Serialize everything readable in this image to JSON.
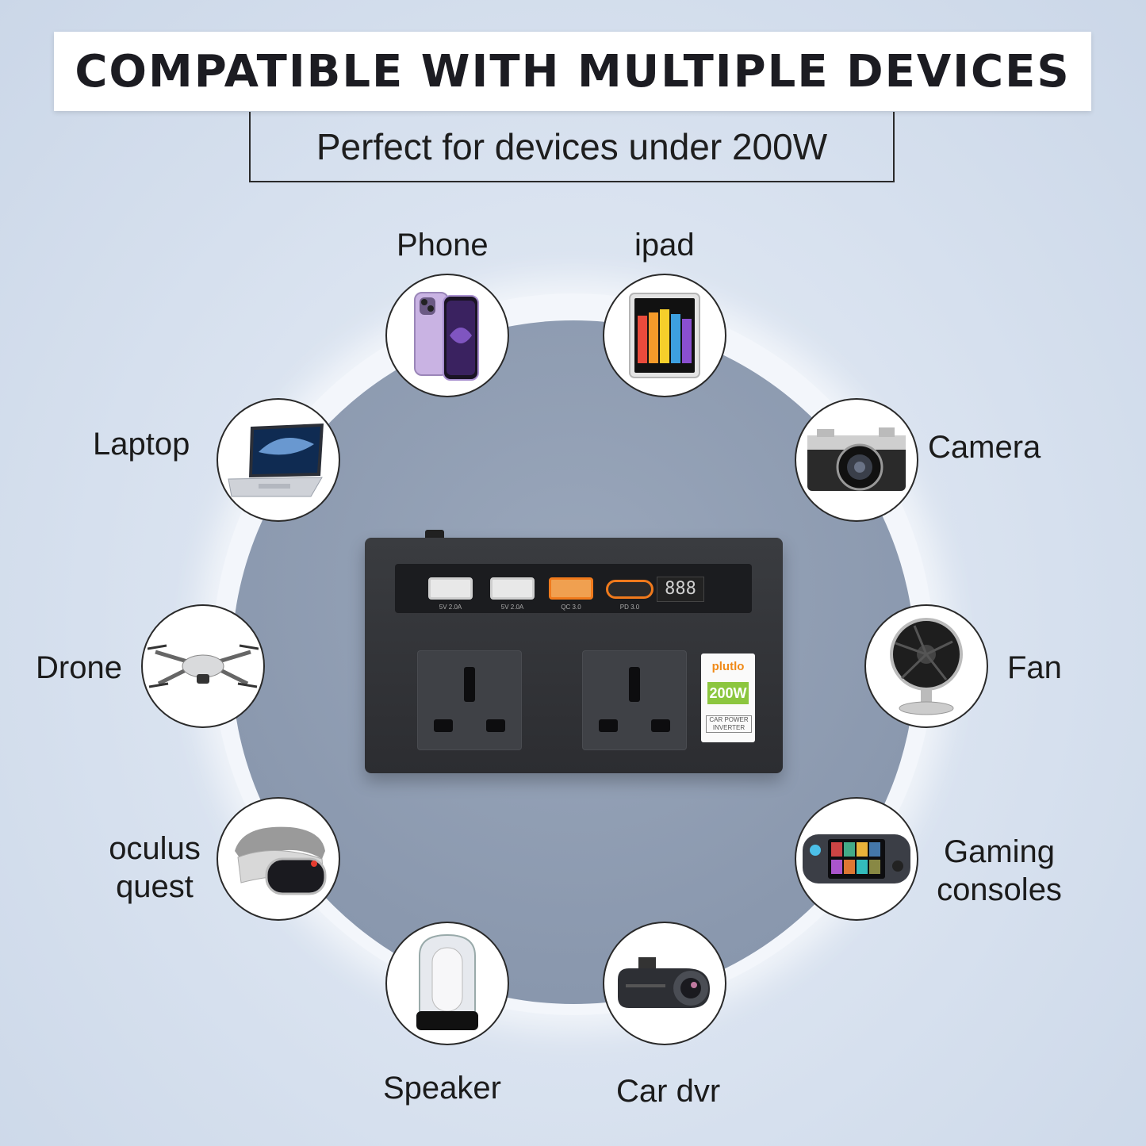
{
  "header": {
    "title": "COMPATIBLE WITH MULTIPLE DEVICES",
    "subtitle": "Perfect for devices under 200W"
  },
  "devices": {
    "phone": "Phone",
    "ipad": "ipad",
    "laptop": "Laptop",
    "camera": "Camera",
    "drone": "Drone",
    "fan": "Fan",
    "oculus_line1": "oculus",
    "oculus_line2": "quest",
    "gaming_line1": "Gaming",
    "gaming_line2": "consoles",
    "speaker": "Speaker",
    "car_dvr": "Car dvr"
  },
  "product": {
    "usb1_label": "5V 2.0A",
    "usb2_label": "5V 2.0A",
    "qc_label": "QC 3.0",
    "pd_label": "PD 3.0",
    "display": "888",
    "brand": "plutlo",
    "wattage": "200W",
    "type_line1": "CAR POWER",
    "type_line2": "INVERTER"
  },
  "colors": {
    "accent_orange": "#f07a1c",
    "accent_green": "#8cc63f",
    "background": "#d9e3f0"
  }
}
